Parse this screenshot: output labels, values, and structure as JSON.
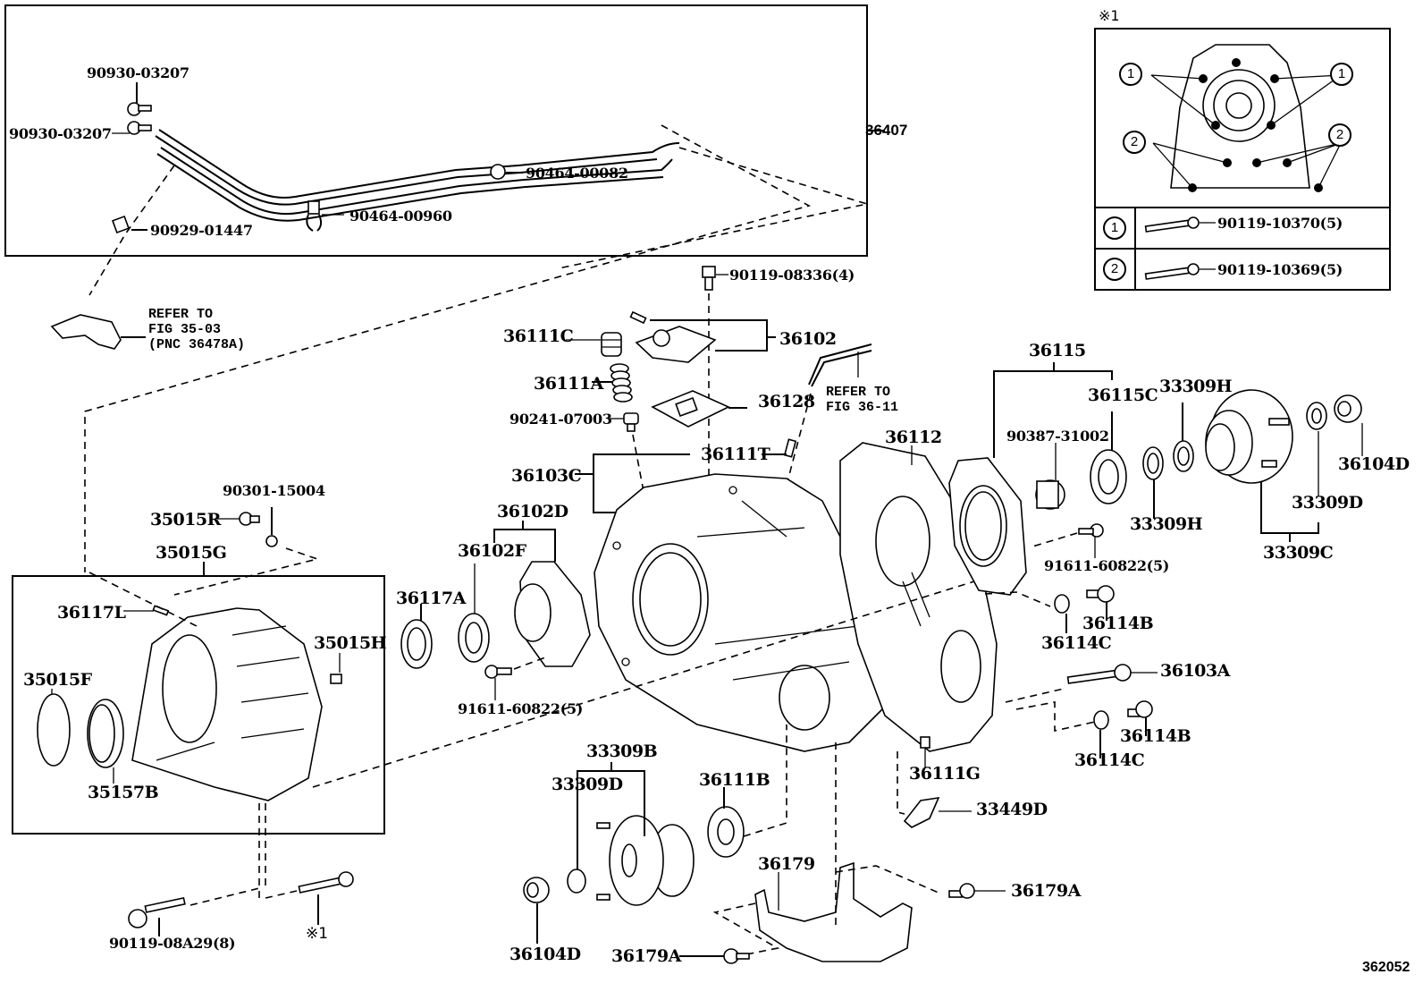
{
  "diagram": {
    "figure_id": "362052",
    "tube_assembly": {
      "assembly_part": "36407",
      "parts": [
        "90930-03207",
        "90930-03207",
        "90929-01447",
        "90464-00960",
        "90464-00082"
      ]
    },
    "inset": {
      "title": "※1",
      "legend": [
        {
          "marker": "1",
          "part": "90119-10370(5)"
        },
        {
          "marker": "2",
          "part": "90119-10369(5)"
        }
      ]
    },
    "refer_notes": [
      {
        "text": "REFER TO\nFIG 35-03\n(PNC 36478A)"
      },
      {
        "text": "REFER TO\nFIG 36-11"
      }
    ],
    "labels": {
      "p90119_08336": "90119-08336(4)",
      "p36111C": "36111C",
      "p36102": "36102",
      "p36111A": "36111A",
      "p36128": "36128",
      "p90241_07003": "90241-07003",
      "p36111T": "36111T",
      "p36103C": "36103C",
      "p36102D": "36102D",
      "p36102F": "36102F",
      "p36117A": "36117A",
      "p91611_60822_a": "91611-60822(5)",
      "p90301_15004": "90301-15004",
      "p35015R": "35015R",
      "p35015G": "35015G",
      "p36117L": "36117L",
      "p35015H": "35015H",
      "p35015F": "35015F",
      "p35157B": "35157B",
      "p36112": "36112",
      "p36115": "36115",
      "p36115C": "36115C",
      "p33309H_a": "33309H",
      "p90387_31002": "90387-31002",
      "p33309H_b": "33309H",
      "p36104D_a": "36104D",
      "p33309D_a": "33309D",
      "p33309C": "33309C",
      "p91611_60822_b": "91611-60822(5)",
      "p36114B_a": "36114B",
      "p36114C_a": "36114C",
      "p36103A": "36103A",
      "p36114B_b": "36114B",
      "p36114C_b": "36114C",
      "p36111G": "36111G",
      "p33449D": "33449D",
      "p33309B": "33309B",
      "p33309D_b": "33309D",
      "p36111B": "36111B",
      "p36179": "36179",
      "p36179A_a": "36179A",
      "p36179A_b": "36179A",
      "p36104D_b": "36104D",
      "p90119_08A29": "90119-08A29(8)",
      "ref_x1": "※1"
    }
  }
}
